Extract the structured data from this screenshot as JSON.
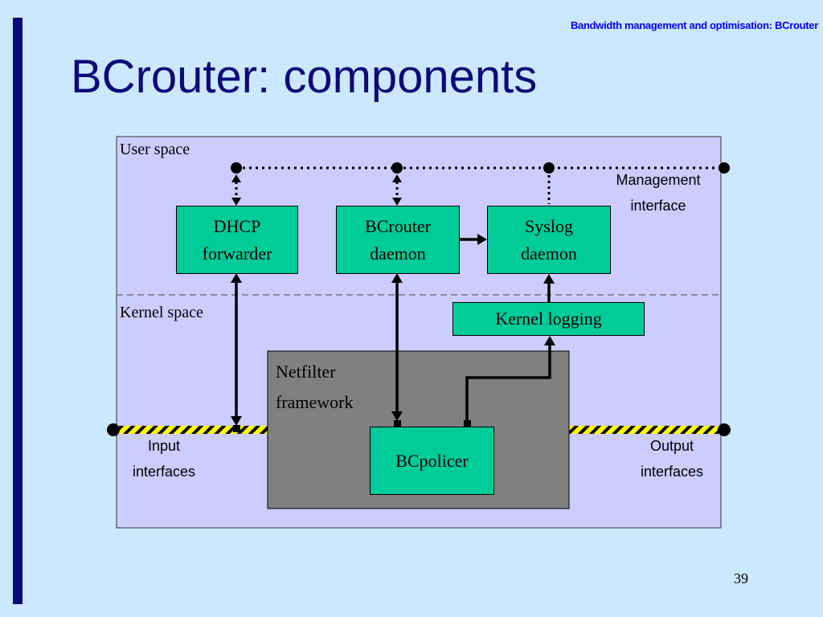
{
  "slide": {
    "header": "Bandwidth management and optimisation: BCrouter",
    "title": "BCrouter: components",
    "page_number": "39"
  },
  "diagram": {
    "regions": {
      "user_space": "User space",
      "kernel_space": "Kernel space"
    },
    "labels": {
      "management_interface": "Management\ninterface",
      "input_interfaces": "Input\ninterfaces",
      "output_interfaces": "Output\ninterfaces",
      "netfilter_framework": "Netfilter\nframework"
    },
    "boxes": {
      "dhcp_forwarder": "DHCP\nforwarder",
      "bcrouter_daemon": "BCrouter\ndaemon",
      "syslog_daemon": "Syslog\ndaemon",
      "kernel_logging": "Kernel logging",
      "bcpolicer": "BCpolicer"
    },
    "colors": {
      "background": "#cce8ff",
      "panel": "#ccccff",
      "component": "#00cc99",
      "netfilter": "#808080",
      "title": "#0a0a7a",
      "header": "#0000ff",
      "interface_stripe": "#ffff00"
    }
  }
}
